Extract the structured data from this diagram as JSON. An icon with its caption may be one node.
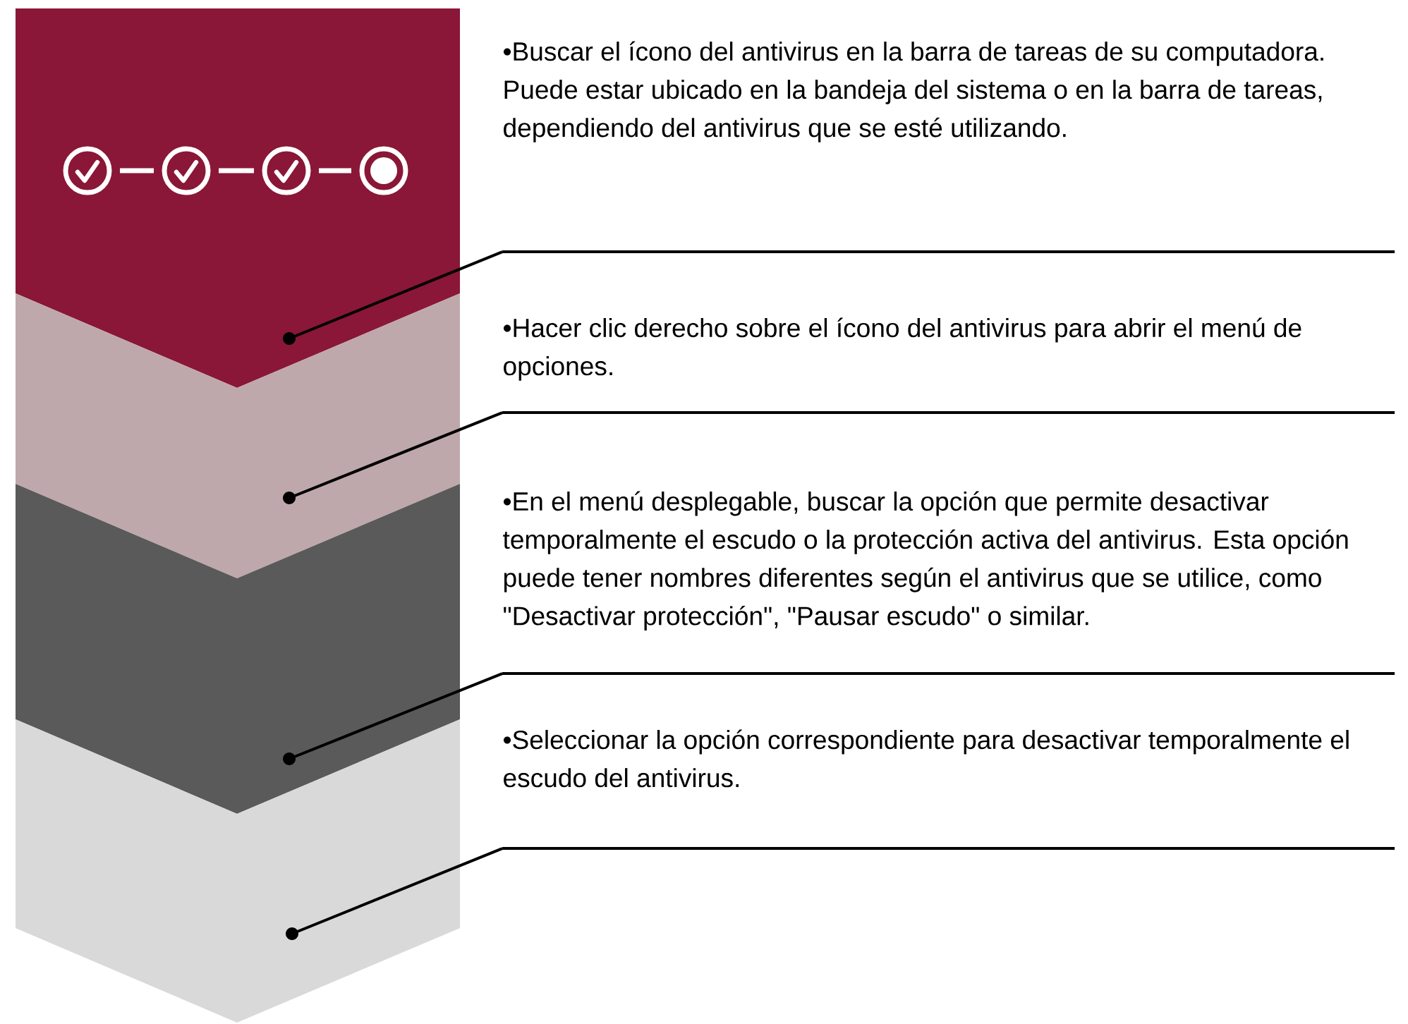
{
  "diagram": {
    "nodes": [
      {
        "text": [],
        "shape": "chevron"
      },
      {
        "text": [],
        "shape": "chevron"
      },
      {
        "text": [],
        "shape": "chevron"
      },
      {
        "text": [],
        "shape": "chevron"
      },
      {
        "text": [
          "•Buscar el ícono del antivirus en la barra de tareas de su computadora. Puede estar ubicado en la bandeja del sistema o en la barra de tareas, dependiendo del antivirus que se esté utilizando."
        ]
      },
      {
        "text": [
          "•Hacer clic derecho sobre el ícono del antivirus para abrir el menú de opciones."
        ]
      },
      {
        "text": [
          "•En el menú desplegable, buscar la opción que permite desactivar temporalmente el escudo o la protección activa del antivirus. Esta opción puede tener nombres diferentes según el antivirus que se utilice, como \"Desactivar protección\", \"Pausar escudo\" o similar."
        ]
      },
      {
        "text": [
          "•Seleccionar la opción correspondiente para desactivar temporalmente el escudo del antivirus."
        ]
      }
    ],
    "edges": [
      {
        "from": 4,
        "to": 0,
        "arrow": "other"
      },
      {
        "from": 5,
        "to": 1,
        "arrow": "other"
      },
      {
        "from": 6,
        "to": 2,
        "arrow": "other"
      },
      {
        "from": 7,
        "to": 3,
        "arrow": "other"
      }
    ]
  }
}
